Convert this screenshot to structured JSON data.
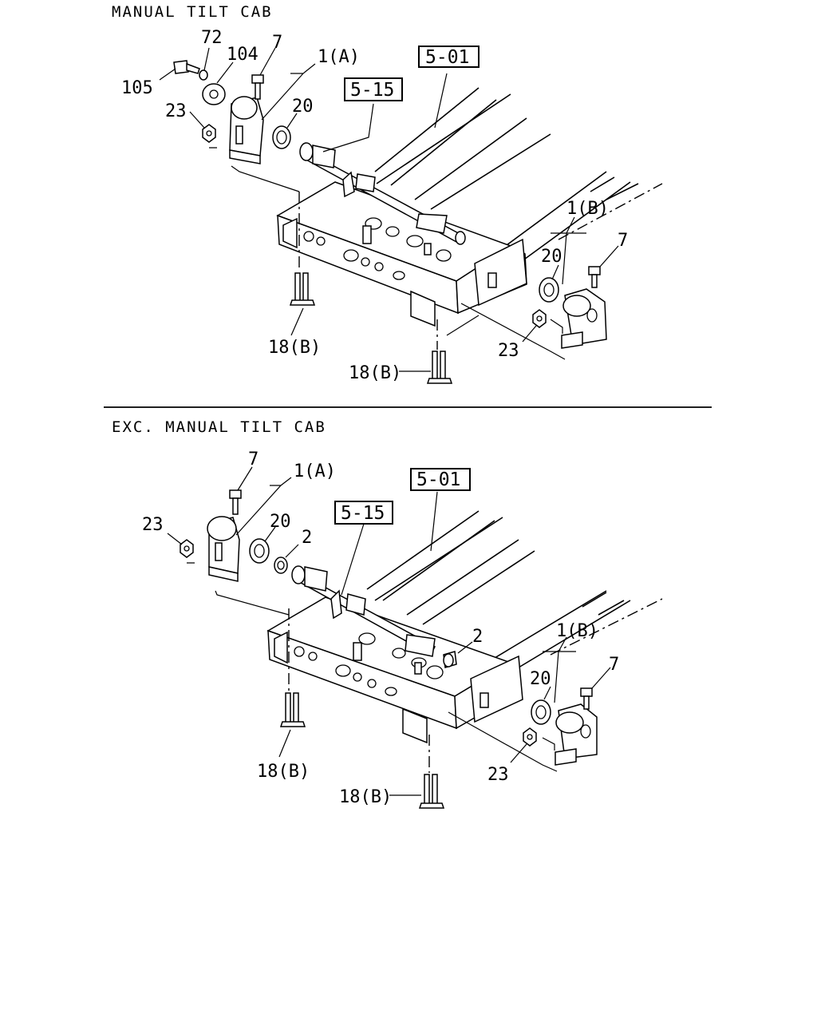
{
  "sections": [
    {
      "title": "MANUAL TILT CAB",
      "refs": [
        "5-01",
        "5-15"
      ],
      "labels": [
        "105",
        "72",
        "104",
        "7",
        "1(A)",
        "23",
        "20",
        "1(B)",
        "20",
        "7",
        "23",
        "18(B)",
        "18(B)"
      ]
    },
    {
      "title": "EXC. MANUAL TILT CAB",
      "refs": [
        "5-01",
        "5-15"
      ],
      "labels": [
        "7",
        "1(A)",
        "23",
        "20",
        "2",
        "2",
        "1(B)",
        "20",
        "7",
        "23",
        "18(B)",
        "18(B)"
      ]
    }
  ]
}
